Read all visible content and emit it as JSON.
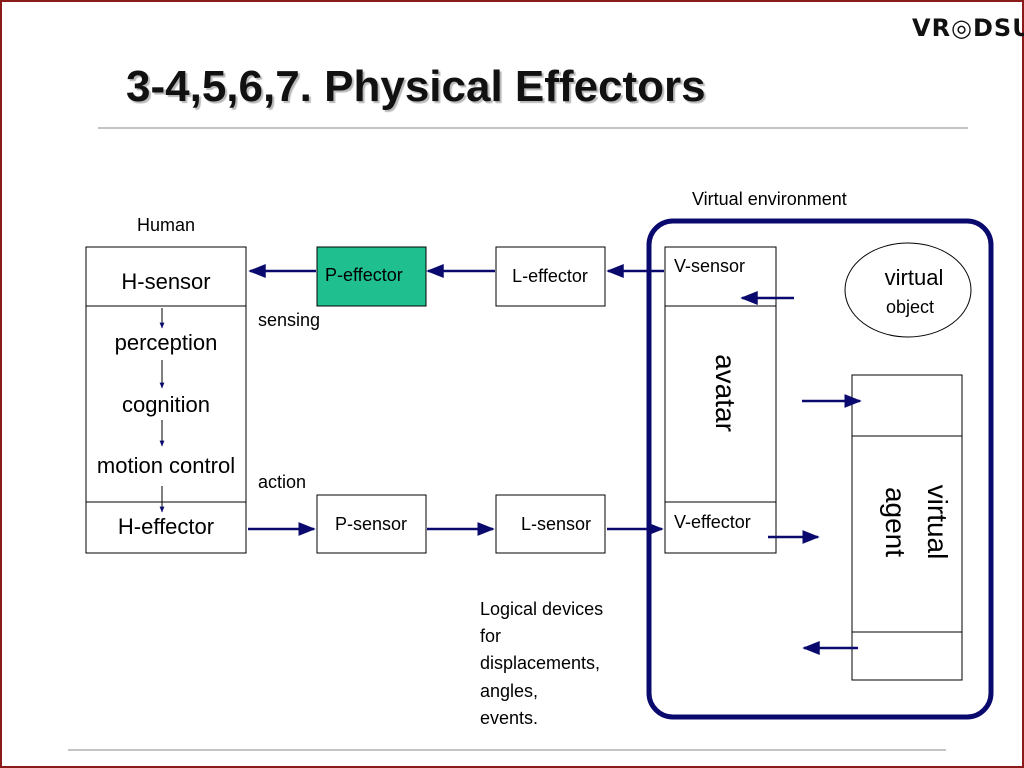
{
  "logo": "VR◎DSU",
  "title": "3-4,5,6,7. Physical Effectors",
  "diagram": {
    "human_label": "Human",
    "virtual_env_label": "Virtual environment",
    "h_sensor": "H-sensor",
    "perception": "perception",
    "cognition": "cognition",
    "motion_control": "motion control",
    "h_effector": "H-effector",
    "sensing": "sensing",
    "action": "action",
    "p_effector": "P-effector",
    "l_effector": "L-effector",
    "p_sensor": "P-sensor",
    "l_sensor": "L-sensor",
    "v_sensor": "V-sensor",
    "avatar": "avatar",
    "v_effector": "V-effector",
    "virtual_object_line1": "virtual",
    "virtual_object_line2": "object",
    "virtual_agent_line1": "virtual",
    "virtual_agent_line2": "agent",
    "logical_devices": [
      "Logical devices",
      "for",
      "displacements,",
      "angles,",
      "events."
    ]
  },
  "colors": {
    "accent_green": "#1fbf8f",
    "arrow_navy": "#0a0a6e",
    "frame_red": "#8b1a1a",
    "env_border": "#0a0a6e"
  }
}
